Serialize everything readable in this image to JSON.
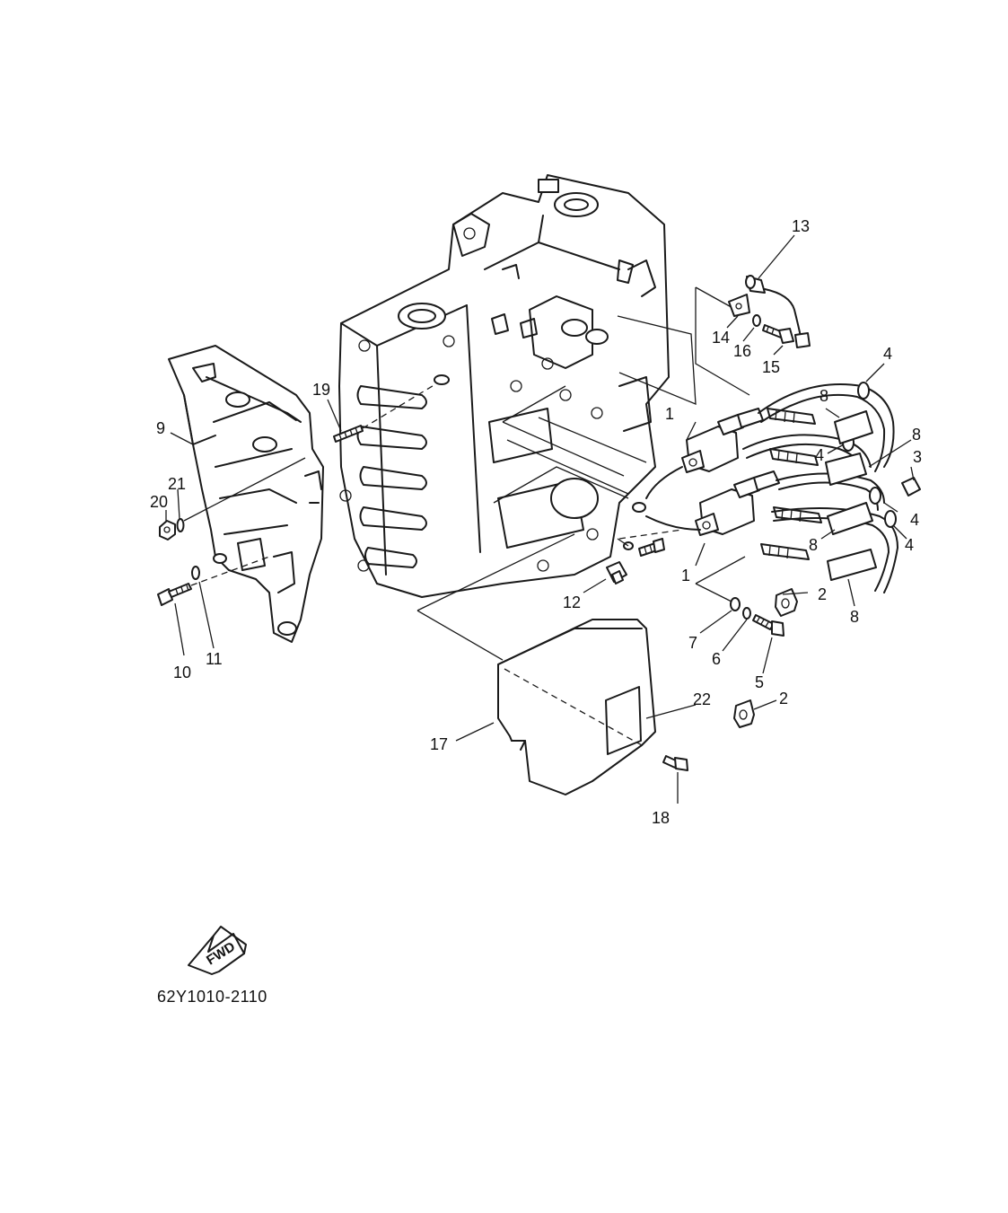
{
  "diagram_code": "62Y1010-2110",
  "fwd_label": "FWD",
  "callouts": {
    "c1a": "1",
    "c1b": "1",
    "c2a": "2",
    "c2b": "2",
    "c3": "3",
    "c4a": "4",
    "c4b": "4",
    "c4c": "4",
    "c4d": "4",
    "c5": "5",
    "c6": "6",
    "c7": "7",
    "c8a": "8",
    "c8b": "8",
    "c8c": "8",
    "c8d": "8",
    "c9": "9",
    "c10": "10",
    "c11": "11",
    "c12": "12",
    "c13": "13",
    "c14": "14",
    "c15": "15",
    "c16": "16",
    "c17": "17",
    "c18": "18",
    "c19": "19",
    "c20": "20",
    "c21": "21",
    "c22": "22"
  }
}
